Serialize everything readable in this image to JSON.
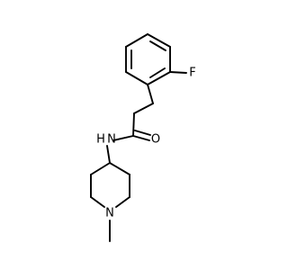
{
  "molecule": {
    "labels": {
      "fluorine": "F",
      "nitrogen_amide": "N",
      "hydrogen_amide": "H",
      "oxygen": "O",
      "nitrogen_ring": "N"
    },
    "colors": {
      "background": "#ffffff",
      "bond": "#000000",
      "fluorine": "#000000",
      "nitrogen": "#000000",
      "oxygen": "#000000"
    }
  }
}
